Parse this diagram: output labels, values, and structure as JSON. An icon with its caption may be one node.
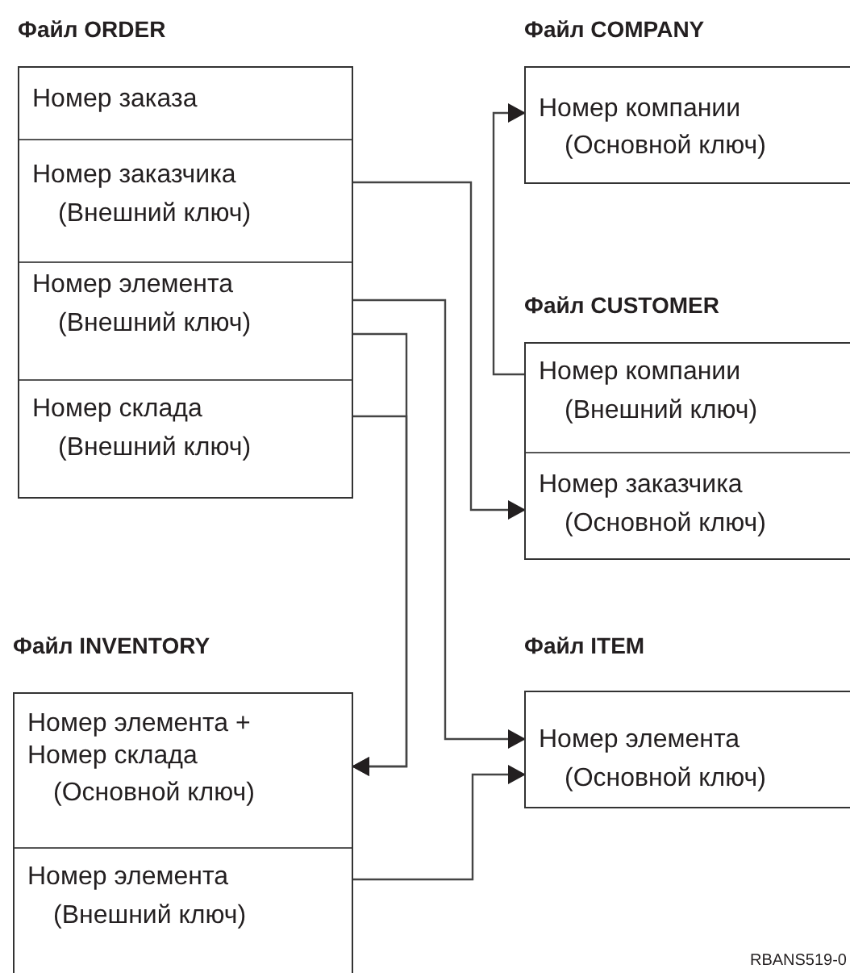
{
  "diagram": {
    "nodes": [
      {
        "text": [
          "Файл ORDER"
        ]
      },
      {
        "text": [
          "Номер заказа"
        ],
        "in": 0
      },
      {
        "text": [
          "Номер заказчика",
          "(Внешний ключ)"
        ],
        "in": 0
      },
      {
        "text": [
          "Номер элемента",
          "(Внешний ключ)"
        ],
        "in": 0
      },
      {
        "text": [
          "Номер склада",
          "(Внешний ключ)"
        ],
        "in": 0
      },
      {
        "text": [
          "Файл COMPANY"
        ]
      },
      {
        "text": [
          "Номер компании",
          "(Основной ключ)"
        ],
        "in": 5
      },
      {
        "text": [
          "Файл CUSTOMER"
        ]
      },
      {
        "text": [
          "Номер компании",
          "(Внешний ключ)"
        ],
        "in": 7
      },
      {
        "text": [
          "Номер заказчика",
          "(Основной ключ)"
        ],
        "in": 7
      },
      {
        "text": [
          "Файл INVENTORY"
        ]
      },
      {
        "text": [
          "Номер элемента + Номер склада",
          "(Основной ключ)"
        ],
        "in": 10
      },
      {
        "text": [
          "Номер элемента",
          "(Внешний ключ)"
        ],
        "in": 10
      },
      {
        "text": [
          "Файл ITEM"
        ]
      },
      {
        "text": [
          "Номер элемента",
          "(Основной ключ)"
        ],
        "in": 13
      }
    ],
    "edges": [
      {
        "from": 2,
        "to": 9,
        "arrow": "to"
      },
      {
        "from": 8,
        "to": 6,
        "arrow": "to"
      },
      {
        "from": 3,
        "to": 14,
        "arrow": "to"
      },
      {
        "from": 3,
        "to": 11,
        "arrow": "to"
      },
      {
        "from": 4,
        "to": 11,
        "arrow": "to"
      },
      {
        "from": 12,
        "to": 14,
        "arrow": "to"
      }
    ],
    "labels": [
      "RBANS519-0"
    ]
  }
}
